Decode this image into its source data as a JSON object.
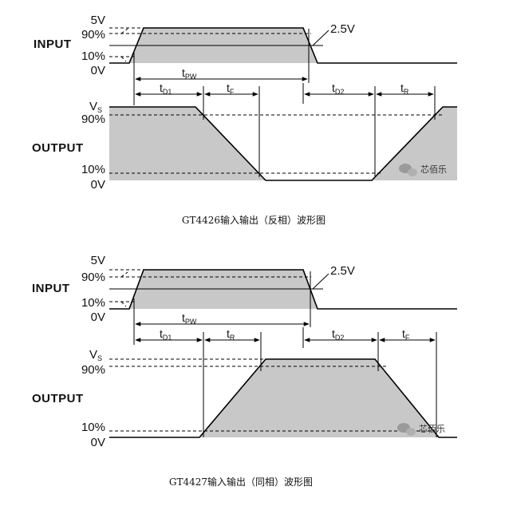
{
  "diagram1": {
    "input_label": "INPUT",
    "output_label": "OUTPUT",
    "v5": "5V",
    "in90": "90%",
    "in10": "10%",
    "v0in": "0V",
    "v25": "2.5V",
    "vs_main": "V",
    "vs_sub": "S",
    "out90": "90%",
    "out10": "10%",
    "v0out": "0V",
    "t_main": "t",
    "tpw_sub": "PW",
    "td1_sub": "D1",
    "tf_sub": "F",
    "td2_sub": "D2",
    "tr_sub": "R",
    "caption": "GT4426输入输出（反相）波形图",
    "watermark": "芯佰乐"
  },
  "diagram2": {
    "input_label": "INPUT",
    "output_label": "OUTPUT",
    "v5": "5V",
    "in90": "90%",
    "in10": "10%",
    "v0in": "0V",
    "v25": "2.5V",
    "vs_main": "V",
    "vs_sub": "S",
    "out90": "90%",
    "out10": "10%",
    "v0out": "0V",
    "t_main": "t",
    "tpw_sub": "PW",
    "td1_sub": "D1",
    "tr_sub": "R",
    "td2_sub": "D2",
    "tf_sub": "F",
    "caption": "GT4427输入输出（同相）波形图",
    "watermark": "芯佰乐"
  },
  "colors": {
    "fill": "#c8c8c8",
    "line": "#000000",
    "watermark_icon": "#888888"
  }
}
